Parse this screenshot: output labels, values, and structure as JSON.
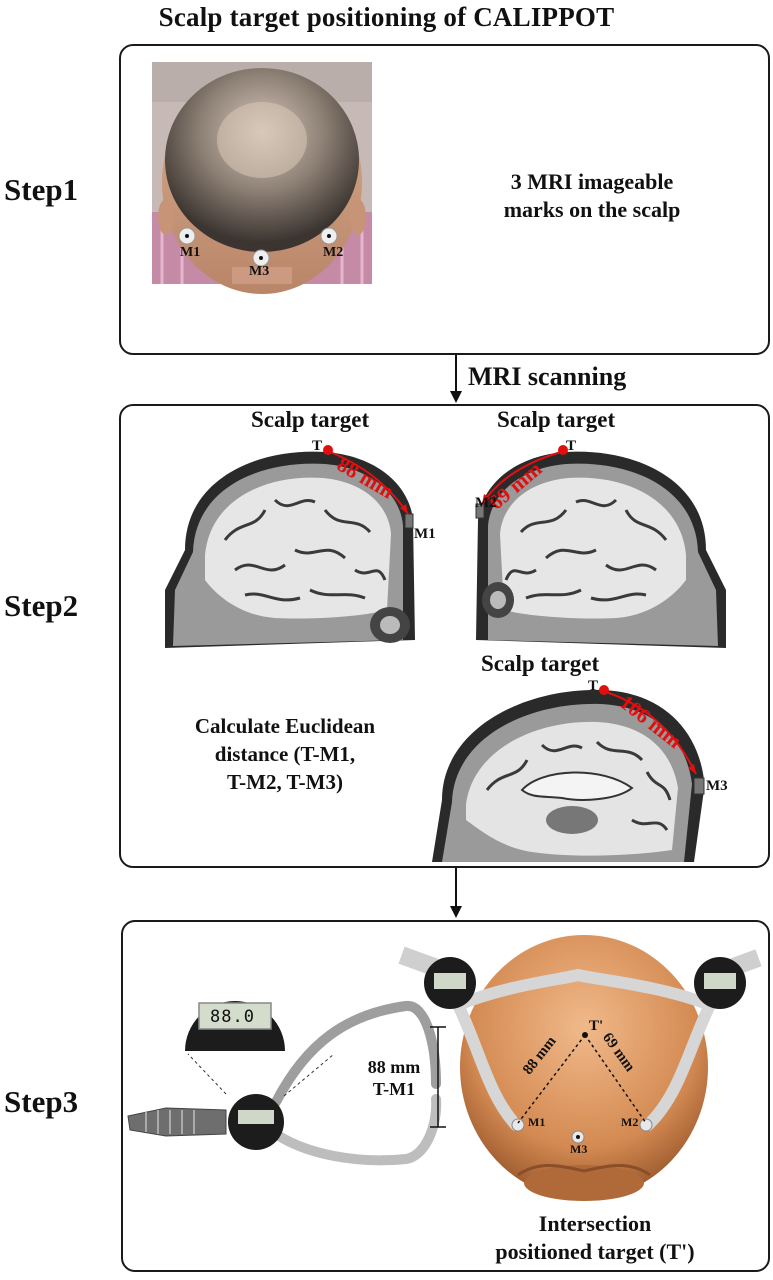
{
  "title": "Scalp target positioning of CALIPPOT",
  "step1": {
    "label": "Step1",
    "caption_line1": "3 MRI imageable",
    "caption_line2": "marks on the scalp",
    "marks": [
      "M1",
      "M3",
      "M2"
    ]
  },
  "arrow1_label": "MRI scanning",
  "step2": {
    "label": "Step2",
    "scalp_target": "Scalp  target",
    "target_letter": "T",
    "left_image": {
      "distance": "88 mm",
      "mark": "M1"
    },
    "right_image": {
      "distance": "69 mm",
      "mark": "M2"
    },
    "bottom_image": {
      "distance": "106 mm",
      "mark": "M3"
    },
    "caption_line1": "Calculate Euclidean",
    "caption_line2": "distance (T-M1,",
    "caption_line3": "T-M2, T-M3)"
  },
  "step3": {
    "label": "Step3",
    "caliper_display": "88.0",
    "measure_line1": "88 mm",
    "measure_line2": "T-M1",
    "target_prime": "T'",
    "dist_left": "88 mm",
    "dist_right": "69 mm",
    "marks": [
      "M1",
      "M2",
      "M3"
    ],
    "caption_line1": "Intersection",
    "caption_line2": "positioned target (T')"
  },
  "colors": {
    "accent_red": "#e01010",
    "border": "#1a1a1a",
    "head_skin": "#d9935a"
  }
}
